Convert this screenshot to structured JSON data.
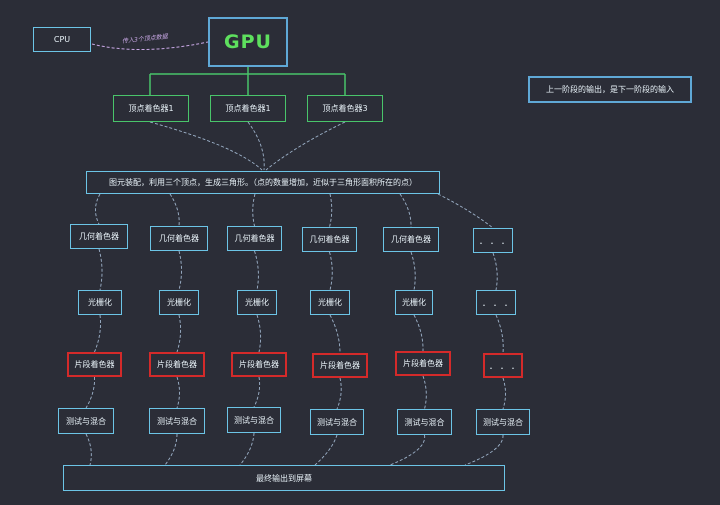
{
  "cpu": "CPU",
  "gpu": "GPU",
  "note": "传入3个顶点数据",
  "vertex_shaders": [
    "顶点着色器1",
    "顶点着色器1",
    "顶点着色器3"
  ],
  "side_note": "上一阶段的输出，是下一阶段的输入",
  "assembly": "图元装配，利用三个顶点，生成三角形。（点的数量增加，近似于三角形面积所在的点）",
  "geometry": [
    "几何着色器",
    "几何着色器",
    "几何着色器",
    "几何着色器",
    "几何着色器",
    ". . ."
  ],
  "raster": [
    "光栅化",
    "光栅化",
    "光栅化",
    "光栅化",
    "光栅化",
    ". . ."
  ],
  "fragment": [
    "片段着色器",
    "片段着色器",
    "片段着色器",
    "片段着色器",
    "片段着色器",
    ". . ."
  ],
  "test": [
    "测试与混合",
    "测试与混合",
    "测试与混合",
    "测试与混合",
    "测试与混合",
    "测试与混合"
  ],
  "output": "最终输出到屏幕",
  "colors": {
    "background": "#2b2d37",
    "blue_border": "#6cc4e6",
    "green_border": "#49c46a",
    "red_border": "#d42a2a",
    "gpu_text": "#5ee05e",
    "note_text": "#c9a8e6"
  }
}
